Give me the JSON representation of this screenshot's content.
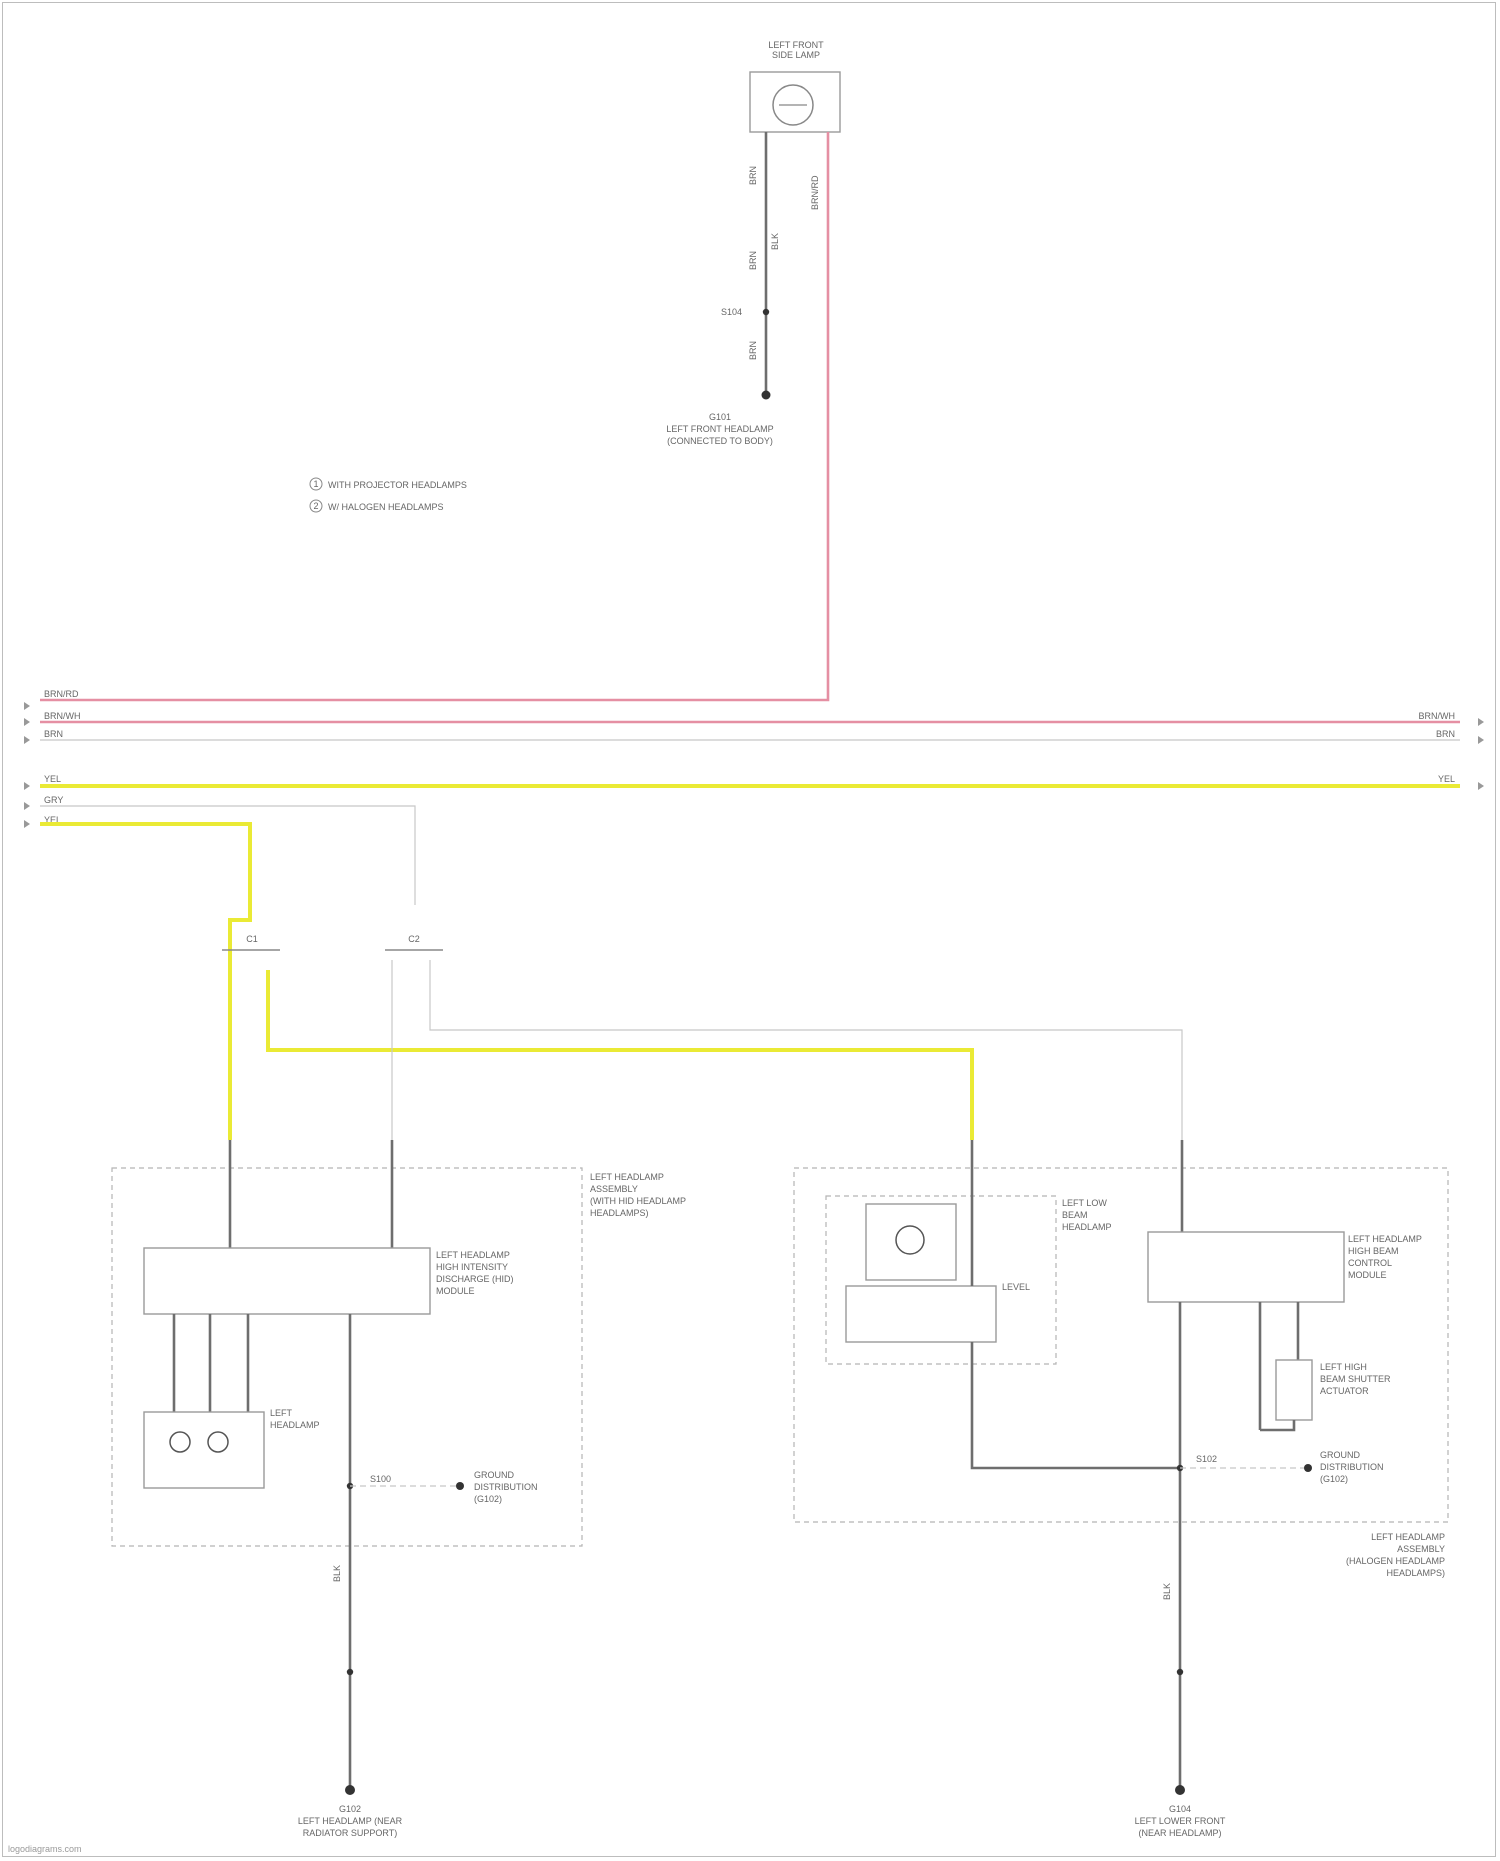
{
  "components": {
    "top_lamp": {
      "label_line1": "LEFT FRONT",
      "label_line2": "SIDE LAMP"
    },
    "top_ground": {
      "id": "G101",
      "line1": "LEFT FRONT HEADLAMP",
      "line2": "(CONNECTED TO BODY)"
    },
    "legend": [
      {
        "marker": "1",
        "text": "WITH PROJECTOR HEADLAMPS"
      },
      {
        "marker": "2",
        "text": "W/ HALOGEN HEADLAMPS"
      }
    ],
    "left_assembly": {
      "line1": "LEFT HEADLAMP",
      "line2": "ASSEMBLY",
      "line3": "(WITH HID HEADLAMP",
      "line4": "HEADLAMPS)"
    },
    "left_module": {
      "line1": "LEFT HEADLAMP",
      "line2": "HIGH INTENSITY",
      "line3": "DISCHARGE (HID)",
      "line4": "MODULE"
    },
    "left_bulb": {
      "line1": "LEFT",
      "line2": "HEADLAMP"
    },
    "left_ground_ref": {
      "line1": "GROUND",
      "line2": "DISTRIBUTION",
      "line3": "(G102)"
    },
    "left_ground": {
      "id": "G102",
      "line1": "LEFT HEADLAMP (NEAR",
      "line2": "RADIATOR SUPPORT)"
    },
    "right_assembly": {
      "line1": "LEFT HEADLAMP",
      "line2": "ASSEMBLY",
      "line3": "(HALOGEN HEADLAMP",
      "line4": "HEADLAMPS)"
    },
    "right_bulb_box": {
      "line1": "LEFT LOW",
      "line2": "BEAM",
      "line3": "HEADLAMP",
      "inner": "LEVEL"
    },
    "right_module": {
      "line1": "LEFT HEADLAMP",
      "line2": "HIGH BEAM",
      "line3": "CONTROL",
      "line4": "MODULE"
    },
    "right_actuator": {
      "line1": "LEFT HIGH",
      "line2": "BEAM SHUTTER",
      "line3": "ACTUATOR"
    },
    "right_ground_ref": {
      "line1": "GROUND",
      "line2": "DISTRIBUTION",
      "line3": "(G102)"
    },
    "right_ground": {
      "id": "G104",
      "line1": "LEFT LOWER FRONT",
      "line2": "(NEAR HEADLAMP)"
    }
  },
  "wire_labels": {
    "bus_left": [
      "BRN/RD",
      "BRN/WH",
      "BRN",
      "YEL",
      "GRY",
      "YEL"
    ],
    "bus_right": [
      "BRN/WH",
      "BRN",
      "YEL"
    ],
    "top": [
      "BRN",
      "BLK",
      "BRN",
      "BRN",
      "BRN/RD"
    ],
    "left_splice": "S100",
    "right_splice": "S102",
    "top_splice": "S104",
    "connector_left": "C1",
    "connector_right": "C2",
    "left_ground_wire": "BLK",
    "right_ground_wire": "BLK"
  },
  "watermark": "logodiagrams.com"
}
